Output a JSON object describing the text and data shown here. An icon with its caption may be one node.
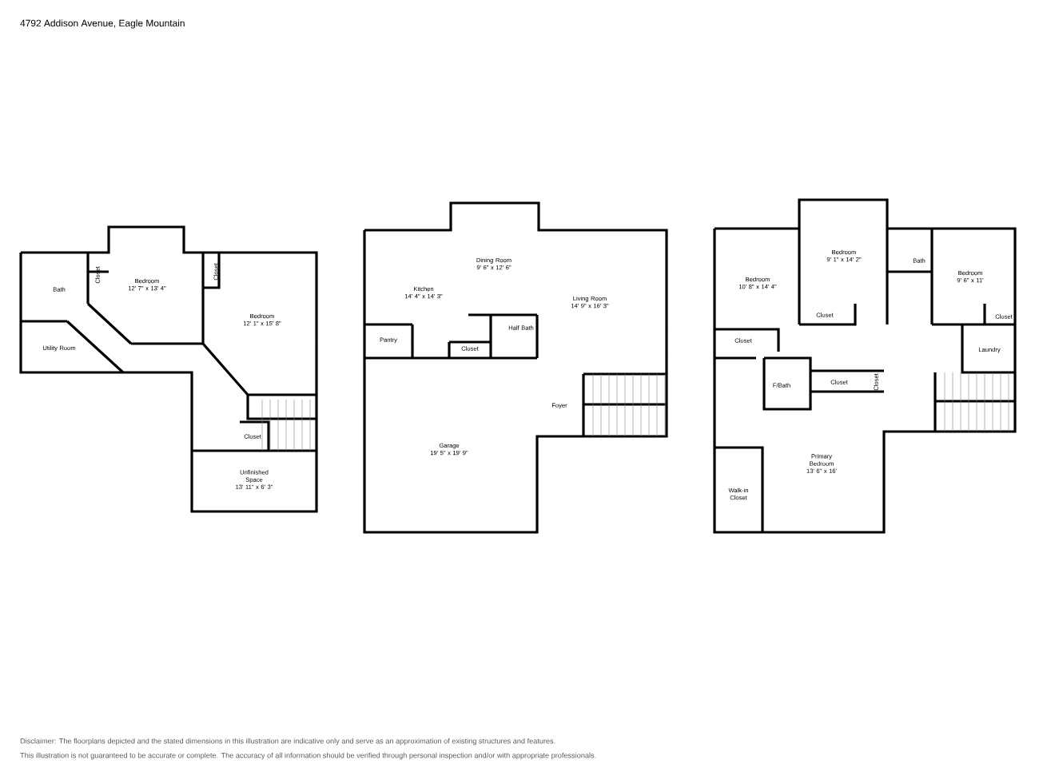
{
  "diagram": {
    "title": "4792 Addison Avenue, Eagle Mountain",
    "nodes": [
      {
        "text": [
          "Bath"
        ]
      },
      {
        "text": [
          "Closet"
        ]
      },
      {
        "text": [
          "Bedroom",
          "12' 7\" x 13' 4\""
        ]
      },
      {
        "text": [
          "Closet"
        ]
      },
      {
        "text": [
          "Bedroom",
          "12' 1\" x 15' 8\""
        ]
      },
      {
        "text": [
          "Utility Room"
        ]
      },
      {
        "text": [
          "Closet"
        ]
      },
      {
        "text": [
          "Unfinished Space",
          "13' 11\" x 6' 3\""
        ]
      },
      {
        "text": [
          "Dining Room",
          "9' 6\" x 12' 6\""
        ]
      },
      {
        "text": [
          "Kitchen",
          "14' 4\" x 14' 3\""
        ]
      },
      {
        "text": [
          "Living Room",
          "14' 9\" x 16' 3\""
        ]
      },
      {
        "text": [
          "Half Bath"
        ]
      },
      {
        "text": [
          "Pantry"
        ]
      },
      {
        "text": [
          "Closet"
        ]
      },
      {
        "text": [
          "Foyer"
        ]
      },
      {
        "text": [
          "Garage",
          "19' 5\" x 19' 9\""
        ]
      },
      {
        "text": [
          "Bedroom",
          "9' 1\" x 14' 2\""
        ]
      },
      {
        "text": [
          "Bedroom",
          "10' 8\" x 14' 4\""
        ]
      },
      {
        "text": [
          "Bath"
        ]
      },
      {
        "text": [
          "Bedroom",
          "9' 6\" x 11'"
        ]
      },
      {
        "text": [
          "Closet"
        ]
      },
      {
        "text": [
          "Closet"
        ]
      },
      {
        "text": [
          "Closet"
        ]
      },
      {
        "text": [
          "Laundry"
        ]
      },
      {
        "text": [
          "F/Bath"
        ]
      },
      {
        "text": [
          "Closet"
        ]
      },
      {
        "text": [
          "Closet"
        ]
      },
      {
        "text": [
          "Primary Bedroom",
          "13' 6\" x 16'"
        ]
      },
      {
        "text": [
          "Walk-in Closet"
        ]
      }
    ],
    "labels": [
      "Disclaimer: The floorplans depicted and the stated dimensions in this illustration are indicative only and serve as an approximation of existing structures and features.",
      "This illustration is not guaranteed to be accurate or complete. The accuracy of all information should be verified through personal inspection and/or with appropriate professionals."
    ]
  }
}
